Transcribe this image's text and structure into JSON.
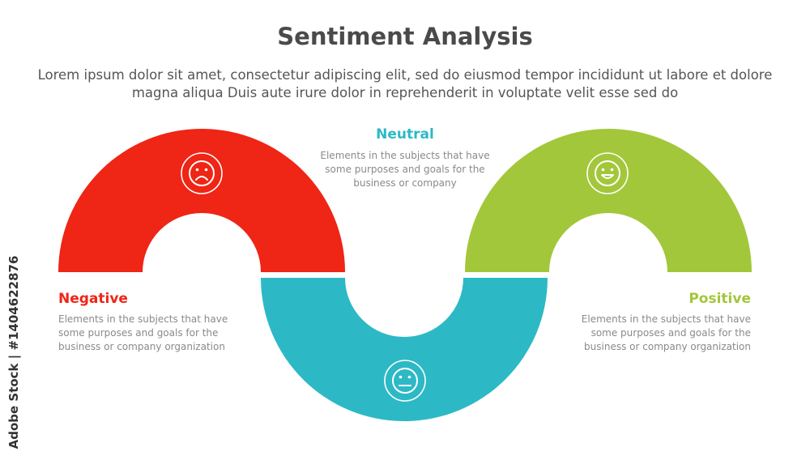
{
  "header": {
    "title": "Sentiment Analysis",
    "subtitle": "Lorem ipsum dolor sit amet, consectetur adipiscing elit, sed do eiusmod tempor incididunt ut labore et dolore magna aliqua Duis aute irure dolor in reprehenderit in voluptate velit esse sed do"
  },
  "segments": [
    {
      "label": "Negative",
      "description": "Elements in the subjects that have some purposes and goals for the business or company organization",
      "color": "#ef2515",
      "icon": "sad-face-icon"
    },
    {
      "label": "Neutral",
      "description": "Elements in the subjects that have some purposes and goals for the business or company",
      "color": "#2cb9c5",
      "icon": "neutral-face-icon"
    },
    {
      "label": "Positive",
      "description": "Elements in the subjects that have some purposes and goals for the business or company organization",
      "color": "#a2c73a",
      "icon": "happy-face-icon"
    }
  ],
  "watermark": "Adobe Stock | #1404622876"
}
